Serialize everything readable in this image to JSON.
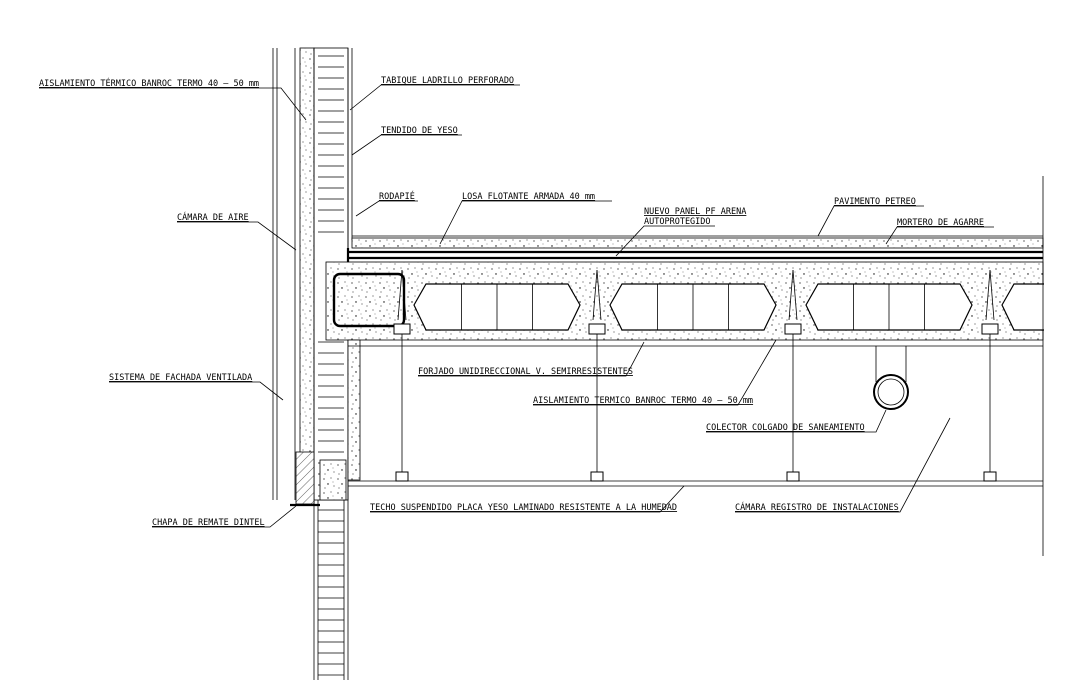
{
  "labels": {
    "aislamiento_fachada": "AISLAMIENTO TÉRMICO BANROC TERMO 40 — 50 mm",
    "tabique": "TABIQUE LADRILLO PERFORADO",
    "tendido": "TENDIDO DE YESO",
    "rodapie": "RODAPIÉ",
    "losa": "LOSA FLOTANTE ARMADA 40 mm",
    "panel_1": "NUEVO PANEL PF ARENA",
    "panel_2": "AUTOPROTEGIDO",
    "pavimento": "PAVIMENTO PETREO",
    "mortero": "MORTERO DE AGARRE",
    "camara_aire": "CÁMARA DE AIRE",
    "sistema_fachada": "SISTEMA DE FACHADA VENTILADA",
    "forjado": "FORJADO UNIDIRECCIONAL V. SEMIRRESISTENTES",
    "aislamiento_techo": "AISLAMIENTO TERMICO BANROC TERMO 40 — 50 mm",
    "colector": "COLECTOR COLGADO DE SANEAMIENTO",
    "chapa": "CHAPA DE REMATE DINTEL",
    "techo_suspendido": "TECHO SUSPENDIDO PLACA  YESO LAMINADO RESISTENTE A LA HUMEDAD",
    "camara_registro": "CÁMARA REGISTRO DE INSTALACIONES"
  },
  "colors": {
    "ink": "#000000",
    "background": "#ffffff"
  }
}
